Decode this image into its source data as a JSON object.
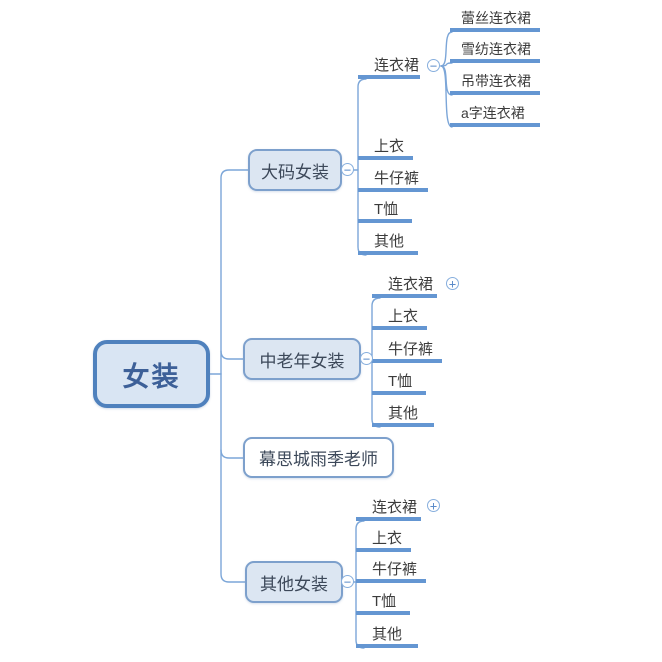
{
  "mindmap": {
    "root": {
      "label": "女装"
    },
    "branches": [
      {
        "label": "大码女装",
        "toggle_state": "expanded",
        "children": [
          {
            "label": "连衣裙",
            "toggle_state": "expanded",
            "children": [
              {
                "label": "蕾丝连衣裙"
              },
              {
                "label": "雪纺连衣裙"
              },
              {
                "label": "吊带连衣裙"
              },
              {
                "label": "a字连衣裙"
              }
            ]
          },
          {
            "label": "上衣"
          },
          {
            "label": "牛仔裤"
          },
          {
            "label": "T恤"
          },
          {
            "label": "其他"
          }
        ]
      },
      {
        "label": "中老年女装",
        "toggle_state": "expanded",
        "children": [
          {
            "label": "连衣裙",
            "toggle_state": "collapsed"
          },
          {
            "label": "上衣"
          },
          {
            "label": "牛仔裤"
          },
          {
            "label": "T恤"
          },
          {
            "label": "其他"
          }
        ]
      },
      {
        "label": "幕思城雨季老师"
      },
      {
        "label": "其他女装",
        "toggle_state": "expanded",
        "children": [
          {
            "label": "连衣裙",
            "toggle_state": "collapsed"
          },
          {
            "label": "上衣"
          },
          {
            "label": "牛仔裤"
          },
          {
            "label": "T恤"
          },
          {
            "label": "其他"
          }
        ]
      }
    ],
    "icons": {
      "collapse_glyph": "−",
      "expand_glyph": "+"
    },
    "colors": {
      "root_fill": "#d9e5f3",
      "root_border": "#4f81bd",
      "root_text": "#3d6098",
      "node_fill": "#dce6f2",
      "node_border": "#7da0cc",
      "node_text": "#3c4859",
      "white_node_fill": "#ffffff",
      "leaf_text": "#3c3c3c",
      "underline": "#6496d2",
      "connector_line": "#7ca6d8"
    }
  }
}
